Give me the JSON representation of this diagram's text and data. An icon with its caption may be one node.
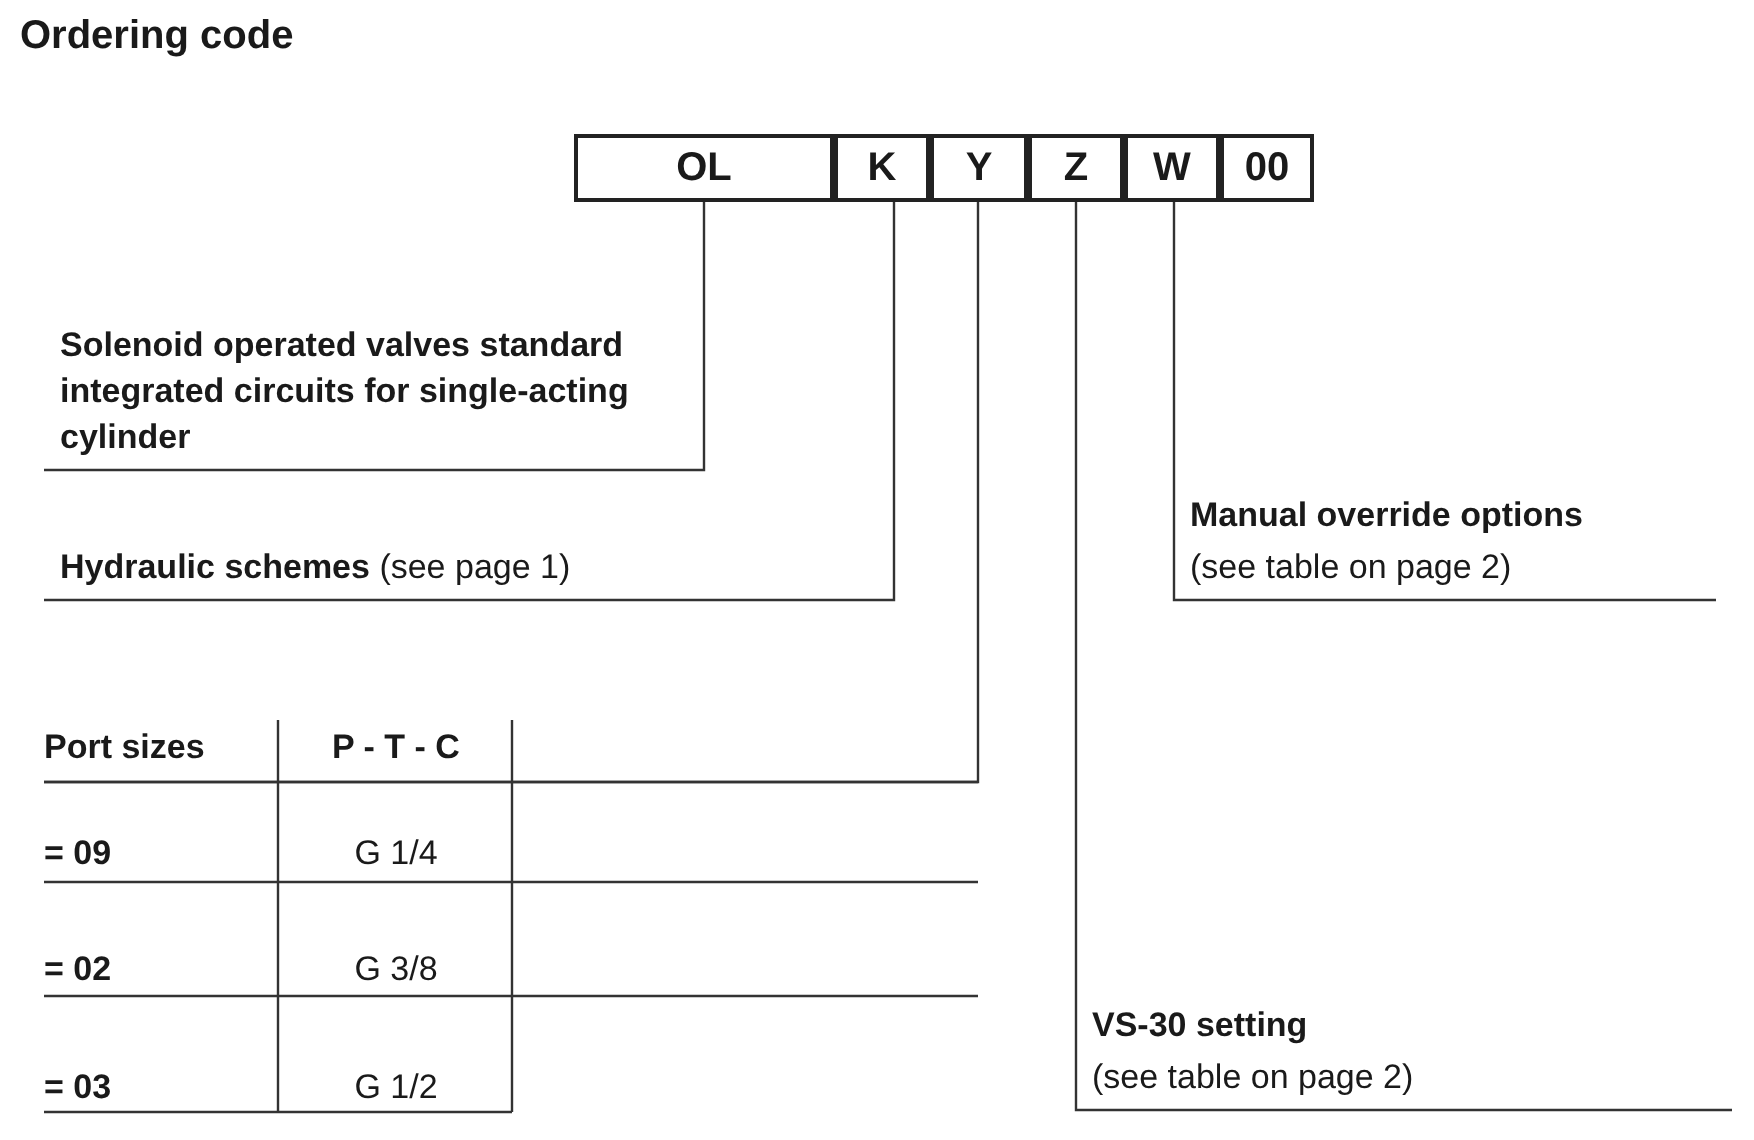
{
  "diagram": {
    "title": "Ordering code",
    "nodes": [
      {
        "text": [
          "OL"
        ]
      },
      {
        "text": [
          "K"
        ]
      },
      {
        "text": [
          "Y"
        ]
      },
      {
        "text": [
          "Z"
        ]
      },
      {
        "text": [
          "W"
        ]
      },
      {
        "text": [
          "00"
        ]
      },
      {
        "text": [
          "Solenoid operated valves standard integrated circuits for single-acting cylinder"
        ]
      },
      {
        "text": [
          "**Hydraulic schemes** (see page 1)"
        ]
      },
      {
        "text": [
          "Manual override options",
          "(see table on page 2)"
        ]
      },
      {
        "text": [
          "Port sizes",
          "P - T - C",
          "= 09",
          "G 1/4",
          "= 02",
          "G 3/8",
          "= 03",
          "G 1/2"
        ]
      },
      {
        "text": [
          "VS-30 setting",
          "(see table on page 2)"
        ]
      }
    ],
    "edges": [
      {
        "from": 0,
        "to": 6,
        "arrow": "none"
      },
      {
        "from": 1,
        "to": 7,
        "arrow": "none"
      },
      {
        "from": 2,
        "to": 9,
        "arrow": "none"
      },
      {
        "from": 3,
        "to": 10,
        "arrow": "none"
      },
      {
        "from": 4,
        "to": 8,
        "arrow": "none"
      }
    ]
  }
}
